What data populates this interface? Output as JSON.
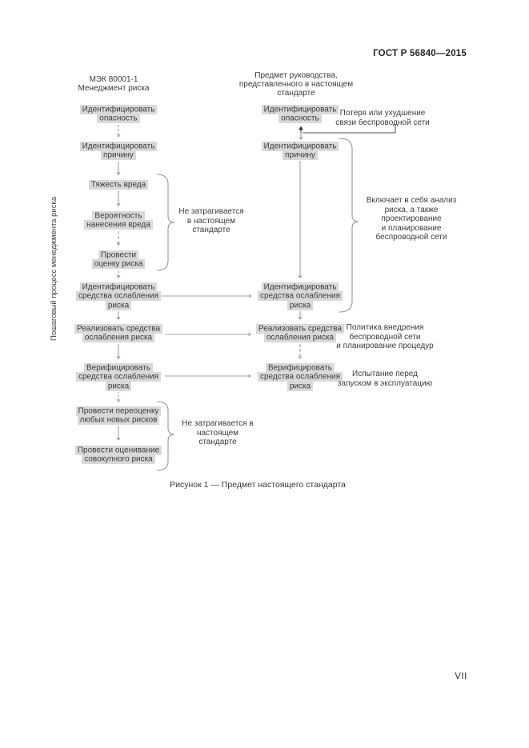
{
  "document": {
    "header": "ГОСТ Р 56840—2015",
    "page_number": "VII",
    "figure_caption": "Рисунок 1 — Предмет настоящего стандарта",
    "side_label": "Пошаговый процесс менеджмента риска"
  },
  "flowchart": {
    "left_column": {
      "title_lines": [
        "МЭК 80001-1",
        "Менеджмент риска"
      ],
      "nodes": [
        {
          "lines": [
            "Идентифицировать",
            "опасность"
          ]
        },
        {
          "lines": [
            "Идентифицировать",
            "причину"
          ]
        },
        {
          "lines": [
            "Тяжесть вреда"
          ]
        },
        {
          "lines": [
            "Вероятность",
            "нанесения вреда"
          ]
        },
        {
          "lines": [
            "Провести",
            "оценку риска"
          ]
        },
        {
          "lines": [
            "Идентифицировать",
            "средства ослабления",
            "риска"
          ]
        },
        {
          "lines": [
            "Реализовать средства",
            "ослабления риска"
          ]
        },
        {
          "lines": [
            "Верифицировать",
            "средства ослабления",
            "риска"
          ]
        },
        {
          "lines": [
            "Провести переоценку",
            "любых новых рисков"
          ]
        },
        {
          "lines": [
            "Провести оценивание",
            "совокупного риска"
          ]
        }
      ]
    },
    "right_column": {
      "title_lines": [
        "Предмет руководства,",
        "представленного в настоящем",
        "стандарте"
      ],
      "nodes": [
        {
          "lines": [
            "Идентифицировать",
            "опасность"
          ]
        },
        {
          "lines": [
            "Идентифицировать",
            "причину"
          ]
        },
        {
          "lines": [
            "Идентифицировать",
            "средства ослабления",
            "риска"
          ]
        },
        {
          "lines": [
            "Реализовать средства",
            "ослабления риска"
          ]
        },
        {
          "lines": [
            "Верифицировать",
            "средства ослабления",
            "риска"
          ]
        }
      ]
    },
    "brace_labels": [
      {
        "lines": [
          "Не затрагивается",
          "в настоящем",
          "стандарте"
        ]
      },
      {
        "lines": [
          "Не затрагивается в",
          "настоящем",
          "стандарте"
        ]
      }
    ],
    "annotations": [
      {
        "lines": [
          "Потеря или ухудшение",
          "связи беспроводной сети"
        ]
      },
      {
        "lines": [
          "Включает в себя анализ",
          "риска, а также",
          "проектирование",
          "и планирование",
          "беспроводной сети"
        ]
      },
      {
        "lines": [
          "Политика внедрения",
          "беспроводной сети",
          "и планирование процедур"
        ]
      },
      {
        "lines": [
          "Испытание перед",
          "запуском в эксплуатацию"
        ]
      }
    ]
  },
  "colors": {
    "highlight": "#d9d9d9",
    "line": "#8a8a8a",
    "text": "#3b3b3b"
  }
}
